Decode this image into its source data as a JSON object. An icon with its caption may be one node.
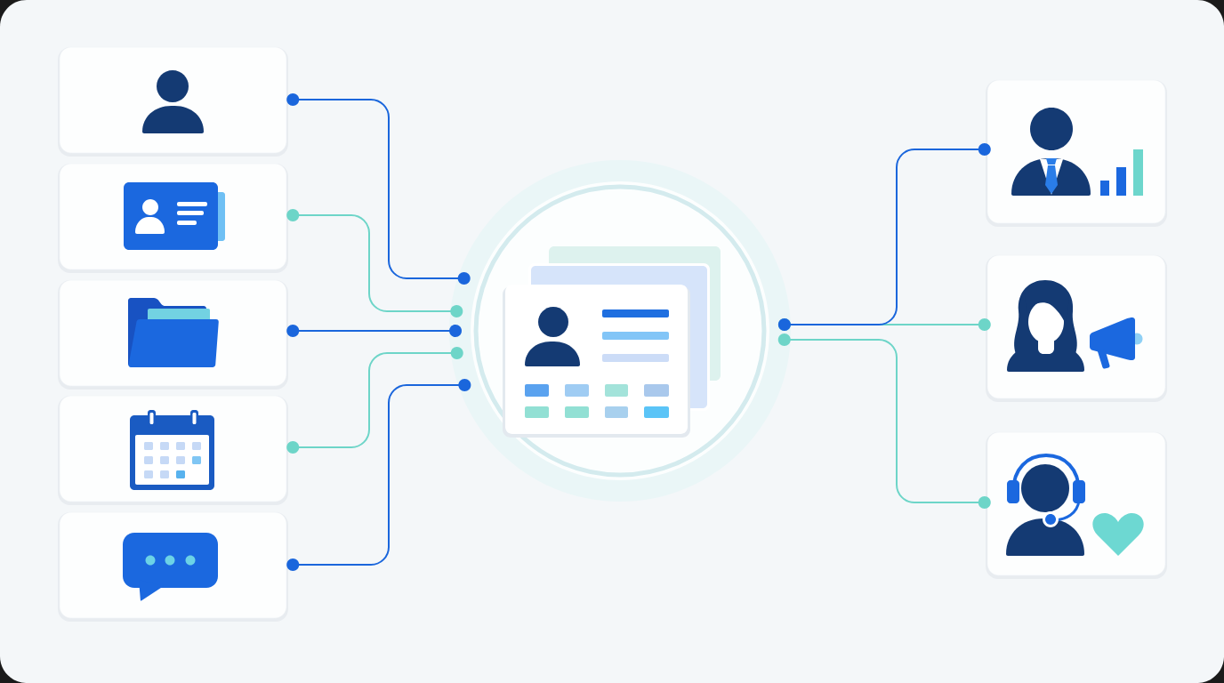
{
  "diagram": {
    "nodes": [
      {
        "text": [],
        "shape": "picture"
      },
      {
        "text": [],
        "shape": "picture"
      },
      {
        "text": [],
        "shape": "picture"
      },
      {
        "text": [],
        "shape": "picture"
      },
      {
        "text": [],
        "shape": "picture"
      },
      {
        "text": [],
        "shape": "circle"
      },
      {
        "text": [],
        "shape": "picture",
        "in": 5
      },
      {
        "text": [],
        "shape": "picture"
      },
      {
        "text": [],
        "shape": "picture"
      },
      {
        "text": [],
        "shape": "picture"
      }
    ],
    "edges": [
      {
        "from": 0,
        "to": 5,
        "arrow": "other"
      },
      {
        "from": 1,
        "to": 5,
        "arrow": "other",
        "color": "#6dd5c8"
      },
      {
        "from": 2,
        "to": 5,
        "arrow": "other"
      },
      {
        "from": 3,
        "to": 5,
        "arrow": "other",
        "color": "#6dd5c8"
      },
      {
        "from": 4,
        "to": 5,
        "arrow": "other"
      },
      {
        "from": 5,
        "to": 7,
        "arrow": "other"
      },
      {
        "from": 5,
        "to": 8,
        "arrow": "other",
        "color": "#6dd5c8"
      },
      {
        "from": 5,
        "to": 9,
        "arrow": "other",
        "color": "#6dd5c8"
      }
    ]
  }
}
